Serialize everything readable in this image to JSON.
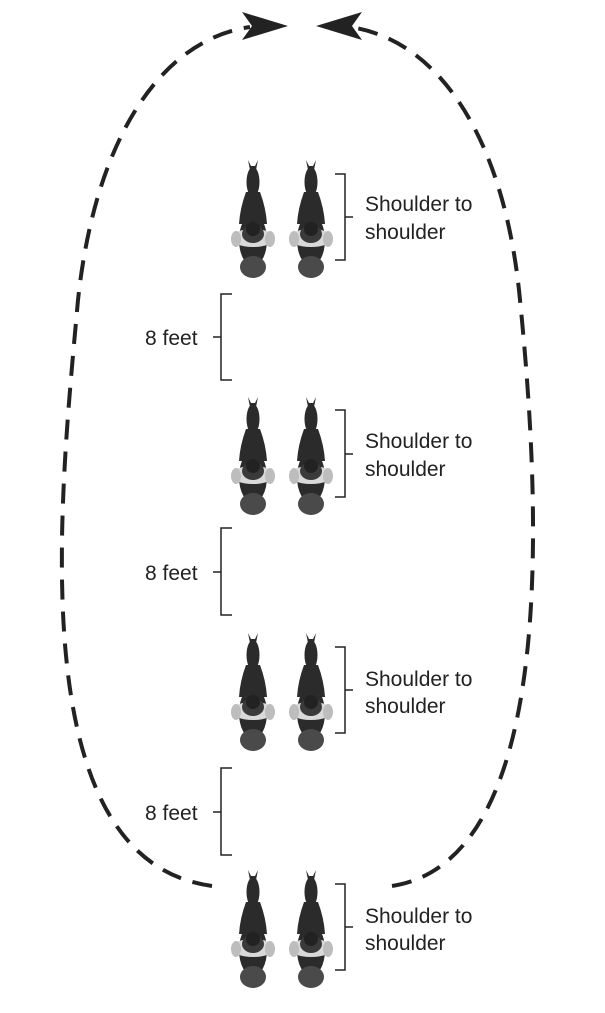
{
  "diagram": {
    "pairs": [
      {
        "spacing_label_line1": "Shoulder to",
        "spacing_label_line2": "shoulder"
      },
      {
        "spacing_label_line1": "Shoulder to",
        "spacing_label_line2": "shoulder"
      },
      {
        "spacing_label_line1": "Shoulder to",
        "spacing_label_line2": "shoulder"
      },
      {
        "spacing_label_line1": "Shoulder to",
        "spacing_label_line2": "shoulder"
      }
    ],
    "gaps": [
      {
        "label": "8 feet"
      },
      {
        "label": "8 feet"
      },
      {
        "label": "8 feet"
      }
    ],
    "path_style": "dashed oval",
    "direction_arrows": "two arrowheads converging at top",
    "colors": {
      "ink": "#222222",
      "horse_dark": "#2b2b2b",
      "rider": "#4a4a4a",
      "saddle": "#d9d9d9"
    }
  }
}
